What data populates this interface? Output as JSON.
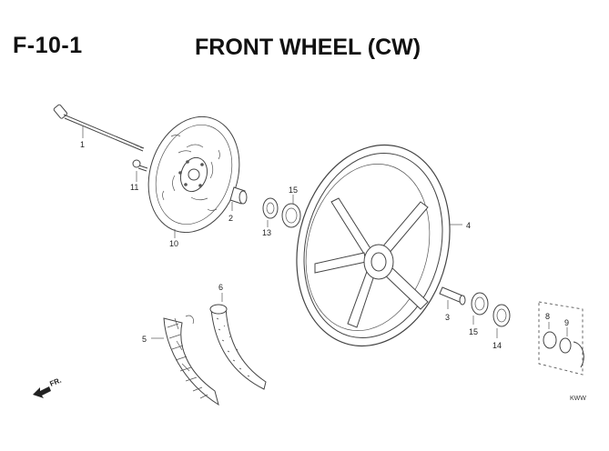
{
  "header": {
    "code": "F-10-1",
    "title": "FRONT WHEEL (CW)"
  },
  "callouts": [
    "1",
    "2",
    "3",
    "4",
    "5",
    "6",
    "8",
    "9",
    "10",
    "11",
    "13",
    "14",
    "15",
    "15"
  ],
  "direction_label": "FR.",
  "corner_code": "KWW"
}
